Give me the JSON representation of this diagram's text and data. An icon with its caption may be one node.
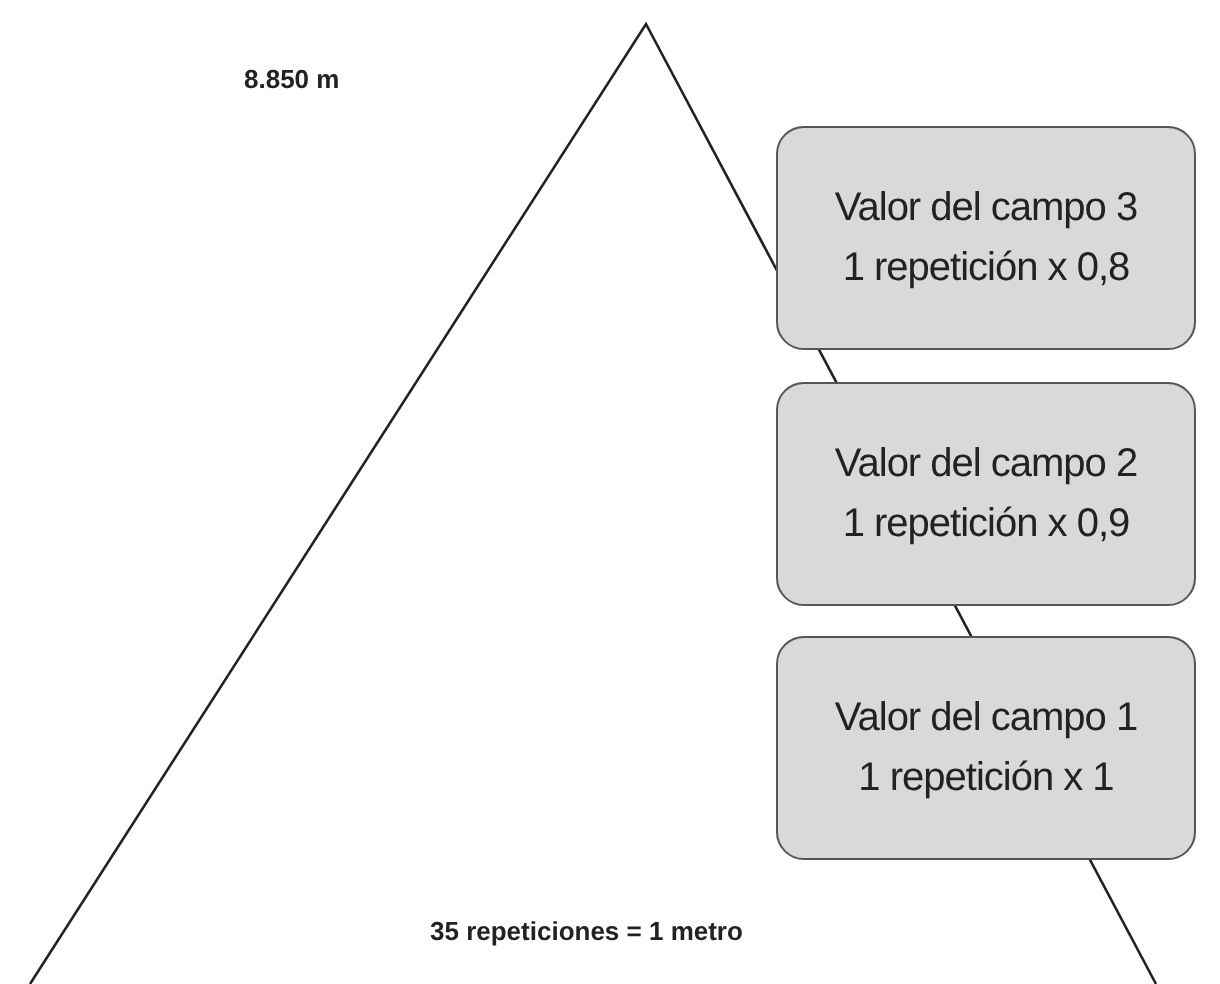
{
  "diagram": {
    "nodes": [
      {
        "text": [
          "Valor del campo 3",
          "1 repetición x 0,8"
        ]
      },
      {
        "text": [
          "Valor del campo 2",
          "1 repetición x 0,9"
        ]
      },
      {
        "text": [
          "Valor del campo 1",
          "1 repetición x 1"
        ]
      }
    ],
    "labels": [
      "8.850 m",
      "35 repeticiones = 1 metro"
    ]
  }
}
